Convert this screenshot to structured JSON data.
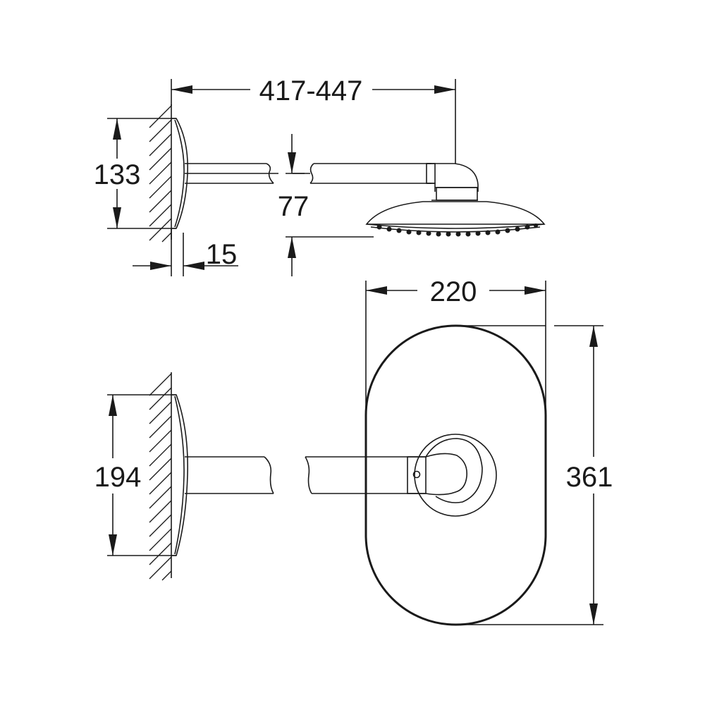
{
  "dimensions": {
    "arm_length": "417-447",
    "plate_height_side": "133",
    "head_drop": "77",
    "plate_depth": "15",
    "head_width": "220",
    "plate_height_front": "194",
    "head_length": "361"
  },
  "colors": {
    "line": "#1a1a1a",
    "background": "#ffffff"
  }
}
